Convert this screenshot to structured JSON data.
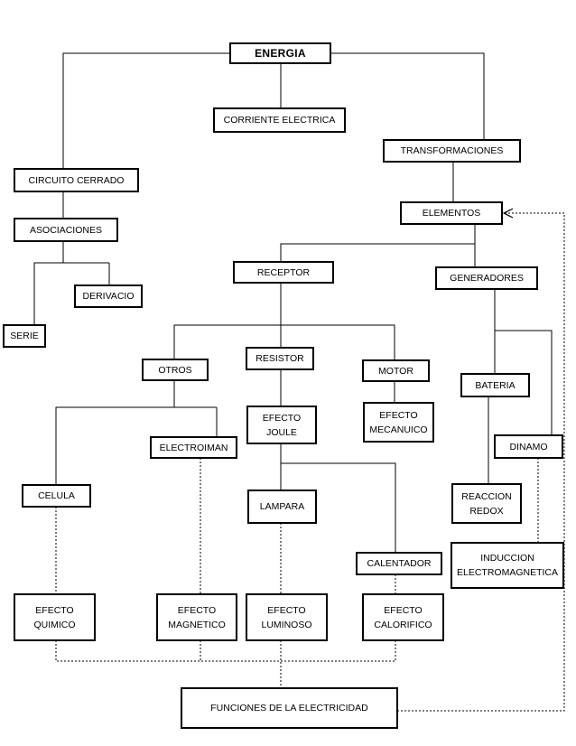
{
  "nodes": {
    "energia": "ENERGIA",
    "corriente": "CORRIENTE ELECTRICA",
    "transformaciones": "TRANSFORMACIONES",
    "circuito": "CIRCUITO CERRADO",
    "asociaciones": "ASOCIACIONES",
    "derivacio": "DERIVACIO",
    "serie": "SERIE",
    "elementos": "ELEMENTOS",
    "receptor": "RECEPTOR",
    "generadores": "GENERADORES",
    "otros": "OTROS",
    "resistor": "RESISTOR",
    "motor": "MOTOR",
    "bateria": "BATERIA",
    "efecto_joule": "EFECTO\nJOULE",
    "efecto_mecanico": "EFECTO\nMECANUICO",
    "electroiman": "ELECTROIMAN",
    "dinamo": "DINAMO",
    "celula": "CELULA",
    "lampara": "LAMPARA",
    "reaccion_redox": "REACCION\nREDOX",
    "calentador": "CALENTADOR",
    "induccion": "INDUCCION\nELECTROMAGNETICA",
    "efecto_quimico": "EFECTO\nQUIMICO",
    "efecto_magnetico": "EFECTO\nMAGNETICO",
    "efecto_luminoso": "EFECTO\nLUMINOSO",
    "efecto_calorifico": "EFECTO\nCALORIFICO",
    "funciones": "FUNCIONES DE LA ELECTRICIDAD"
  }
}
